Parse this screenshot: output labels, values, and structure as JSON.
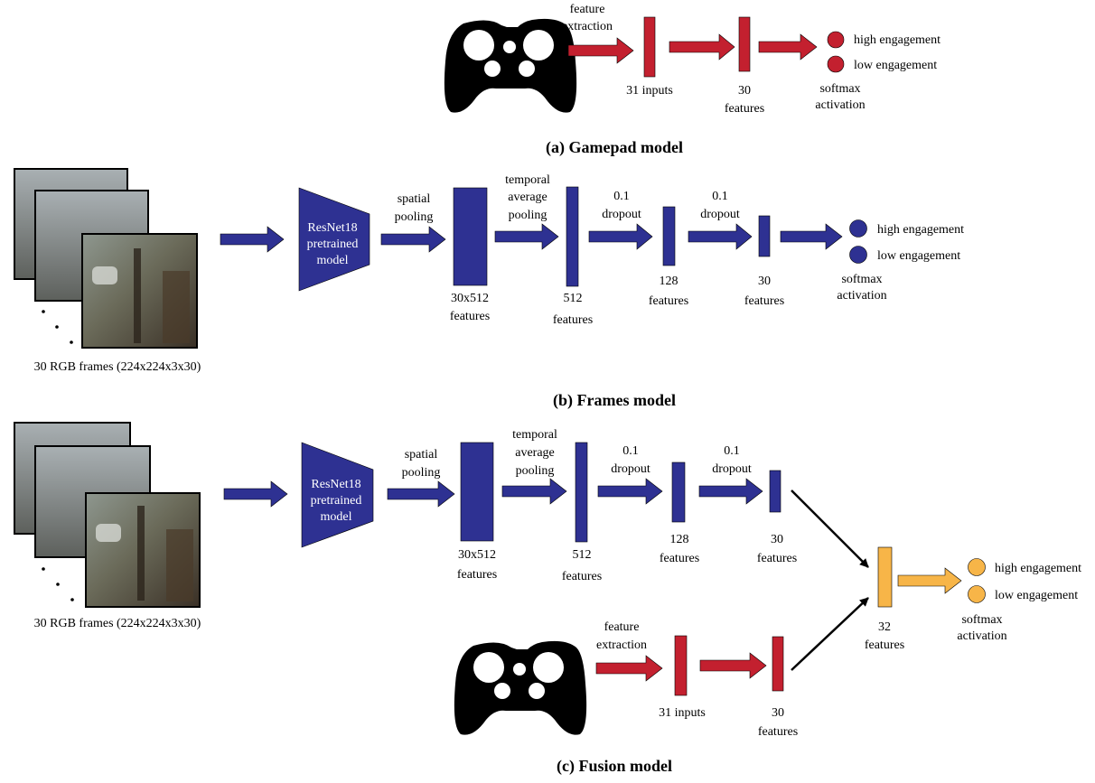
{
  "colors": {
    "gamepad": "#c3202f",
    "frames": "#2e3192",
    "fusion": "#f7b548",
    "controller": "#000000"
  },
  "icons": {
    "controller": "gamepad-icon",
    "frames_stack": "video-frames-stack"
  },
  "gamepad_model": {
    "caption": "(a) Gamepad model",
    "feature_extraction": [
      "feature",
      "extraction"
    ],
    "input_label": "31 inputs",
    "feature_label": [
      "30",
      "features"
    ],
    "outputs": [
      "high engagement",
      "low engagement"
    ],
    "activation": [
      "softmax",
      "activation"
    ]
  },
  "frames_model": {
    "caption": "(b) Frames model",
    "frames_label": "30 RGB frames (224x224x3x30)",
    "cnn_label": [
      "ResNet18",
      "pretrained",
      "model"
    ],
    "spatial": [
      "spatial",
      "pooling"
    ],
    "temporal": [
      "temporal",
      "average",
      "pooling"
    ],
    "dropout1": [
      "0.1",
      "dropout"
    ],
    "dropout2": [
      "0.1",
      "dropout"
    ],
    "block1": [
      "30x512",
      "features"
    ],
    "block2": [
      "512",
      "features"
    ],
    "block3": [
      "128",
      "features"
    ],
    "block4": [
      "30",
      "features"
    ],
    "outputs": [
      "high engagement",
      "low engagement"
    ],
    "activation": [
      "softmax",
      "activation"
    ]
  },
  "fusion_model": {
    "caption": "(c) Fusion model",
    "frames_label": "30 RGB frames (224x224x3x30)",
    "cnn_label": [
      "ResNet18",
      "pretrained",
      "model"
    ],
    "spatial": [
      "spatial",
      "pooling"
    ],
    "temporal": [
      "temporal",
      "average",
      "pooling"
    ],
    "dropout1": [
      "0.1",
      "dropout"
    ],
    "dropout2": [
      "0.1",
      "dropout"
    ],
    "block1": [
      "30x512",
      "features"
    ],
    "block2": [
      "512",
      "features"
    ],
    "block3": [
      "128",
      "features"
    ],
    "block4": [
      "30",
      "features"
    ],
    "feature_extraction": [
      "feature",
      "extraction"
    ],
    "input_label": "31 inputs",
    "gp_feature_label": [
      "30",
      "features"
    ],
    "fusion_label": [
      "32",
      "features"
    ],
    "outputs": [
      "high engagement",
      "low engagement"
    ],
    "activation": [
      "softmax",
      "activation"
    ]
  }
}
